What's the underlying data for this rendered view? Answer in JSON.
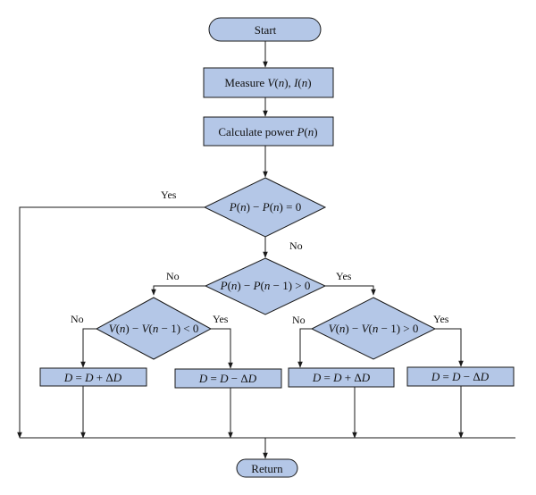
{
  "colors": {
    "node_fill": "#b4c7e7",
    "line": "#1a1a1a"
  },
  "nodes": {
    "start": {
      "text": "Start"
    },
    "measure": {
      "pre": "Measure ",
      "v": "V",
      "n1": "n",
      "mid": "), ",
      "i": "I",
      "n2": "n",
      "post": ")"
    },
    "calc": {
      "pre": "Calculate power ",
      "p": "P",
      "n": "n",
      "post": ")"
    },
    "d0": {
      "p1": "P",
      "n1": "n",
      "mid": ") − ",
      "p2": "P",
      "n2": "n",
      "post": ") = 0"
    },
    "d1": {
      "p1": "P",
      "n1": "n",
      "mid": ") − ",
      "p2": "P",
      "n2": "n",
      "post": " − 1) > 0"
    },
    "d2": {
      "v1": "V",
      "n1": "n",
      "mid": ") − ",
      "v2": "V",
      "n2": "n",
      "post": " − 1) < 0"
    },
    "d3": {
      "v1": "V",
      "n1": "n",
      "mid": ") − ",
      "v2": "V",
      "n2": "n",
      "post": " − 1) > 0"
    },
    "b1": {
      "d1": "D",
      "eq": " = ",
      "d2": "D",
      "op": " + Δ",
      "d3": "D"
    },
    "b2": {
      "d1": "D",
      "eq": " = ",
      "d2": "D",
      "op": " − Δ",
      "d3": "D"
    },
    "b3": {
      "d1": "D",
      "eq": " = ",
      "d2": "D",
      "op": " + Δ",
      "d3": "D"
    },
    "b4": {
      "d1": "D",
      "eq": " = ",
      "d2": "D",
      "op": " − Δ",
      "d3": "D"
    },
    "return": {
      "text": "Return"
    }
  },
  "edge_labels": {
    "d0_yes": "Yes",
    "d0_no": "No",
    "d1_no": "No",
    "d1_yes": "Yes",
    "d2_no": "No",
    "d2_yes": "Yes",
    "d3_no": "No",
    "d3_yes": "Yes"
  }
}
